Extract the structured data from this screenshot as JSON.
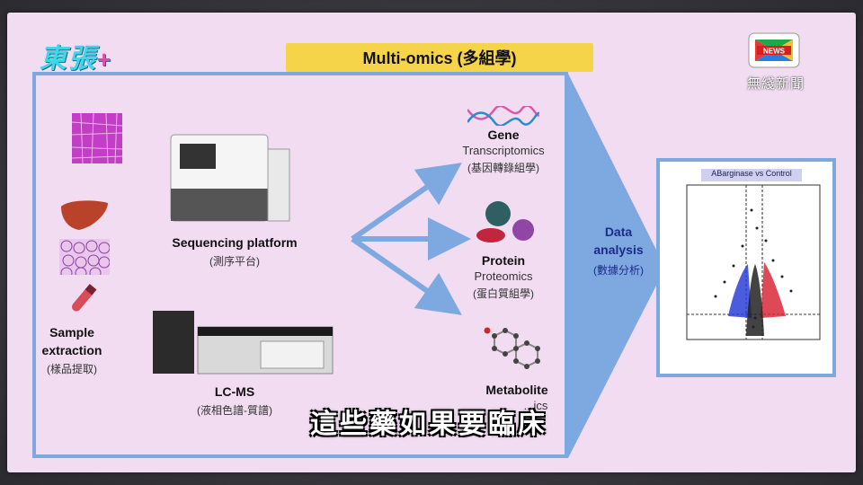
{
  "slide": {
    "title": "Multi-omics (多組學)",
    "sample": {
      "line1": "Sample",
      "line2": "extraction",
      "zh": "(樣品提取)"
    },
    "sequencing": {
      "label": "Sequencing platform",
      "zh": "(測序平台)"
    },
    "lcms": {
      "label": "LC-MS",
      "zh": "(液相色譜-質譜)"
    },
    "gene": {
      "title": "Gene",
      "sub": "Transcriptomics",
      "zh": "(基因轉錄組學)"
    },
    "protein": {
      "title": "Protein",
      "sub": "Proteomics",
      "zh": "(蛋白質組學)"
    },
    "metabolite": {
      "title": "Metabolite",
      "sub": "...ics"
    },
    "data_analysis": {
      "line1": "Data",
      "line2": "analysis",
      "zh": "(數據分析)"
    },
    "volcano_title": "ABarginase vs Control"
  },
  "overlay": {
    "subtitle": "這些藥如果要臨床",
    "channel_logo": "東張",
    "channel_plus": "+",
    "news_logo_text": "NEWS",
    "news_zh": "無綫新聞"
  },
  "colors": {
    "slide_bg": "#f1dcf2",
    "frame_blue": "#7da9e0",
    "title_yellow": "#f6d44a",
    "data_analysis_text": "#1e2a8a"
  }
}
